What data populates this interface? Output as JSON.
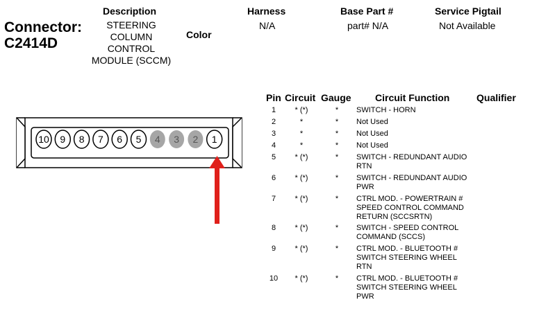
{
  "header": {
    "connector_label": "Connector:",
    "connector_id": "C2414D",
    "description_heading": "Description",
    "description_value": "STEERING\nCOLUMN\nCONTROL\nMODULE (SCCM)",
    "color_heading": "Color",
    "harness_heading": "Harness",
    "harness_value": "N/A",
    "base_part_heading": "Base Part #",
    "base_part_value": "part# N/A",
    "service_pigtail_heading": "Service Pigtail",
    "service_pigtail_value": "Not Available"
  },
  "table": {
    "headers": {
      "pin": "Pin",
      "circuit": "Circuit",
      "gauge": "Gauge",
      "function": "Circuit Function",
      "qualifier": "Qualifier"
    },
    "rows": [
      {
        "pin": "1",
        "circuit": "* (*)",
        "gauge": "*",
        "function": "SWITCH - HORN"
      },
      {
        "pin": "2",
        "circuit": "*",
        "gauge": "*",
        "function": "Not Used"
      },
      {
        "pin": "3",
        "circuit": "*",
        "gauge": "*",
        "function": "Not Used"
      },
      {
        "pin": "4",
        "circuit": "*",
        "gauge": "*",
        "function": "Not Used"
      },
      {
        "pin": "5",
        "circuit": "* (*)",
        "gauge": "*",
        "function": "SWITCH - REDUNDANT AUDIO\nRTN"
      },
      {
        "pin": "6",
        "circuit": "* (*)",
        "gauge": "*",
        "function": "SWITCH - REDUNDANT AUDIO\nPWR"
      },
      {
        "pin": "7",
        "circuit": "* (*)",
        "gauge": "*",
        "function": "CTRL MOD. - POWERTRAIN #\nSPEED CONTROL COMMAND\nRETURN (SCCSRTN)"
      },
      {
        "pin": "8",
        "circuit": "* (*)",
        "gauge": "*",
        "function": "SWITCH - SPEED CONTROL\nCOMMAND (SCCS)"
      },
      {
        "pin": "9",
        "circuit": "* (*)",
        "gauge": "*",
        "function": "CTRL MOD. - BLUETOOTH #\nSWITCH STEERING WHEEL\nRTN"
      },
      {
        "pin": "10",
        "circuit": "* (*)",
        "gauge": "*",
        "function": "CTRL MOD. - BLUETOOTH #\nSWITCH STEERING WHEEL\nPWR"
      }
    ]
  },
  "connector_face": {
    "pins": [
      {
        "label": "10",
        "used": true
      },
      {
        "label": "9",
        "used": true
      },
      {
        "label": "8",
        "used": true
      },
      {
        "label": "7",
        "used": true
      },
      {
        "label": "6",
        "used": true
      },
      {
        "label": "5",
        "used": true
      },
      {
        "label": "4",
        "used": false
      },
      {
        "label": "3",
        "used": false
      },
      {
        "label": "2",
        "used": false
      },
      {
        "label": "1",
        "used": true
      }
    ],
    "unused_pin_color": "#a6a6a6",
    "arrow_color": "#e0201b",
    "arrow_icon": "arrow-up-icon"
  }
}
